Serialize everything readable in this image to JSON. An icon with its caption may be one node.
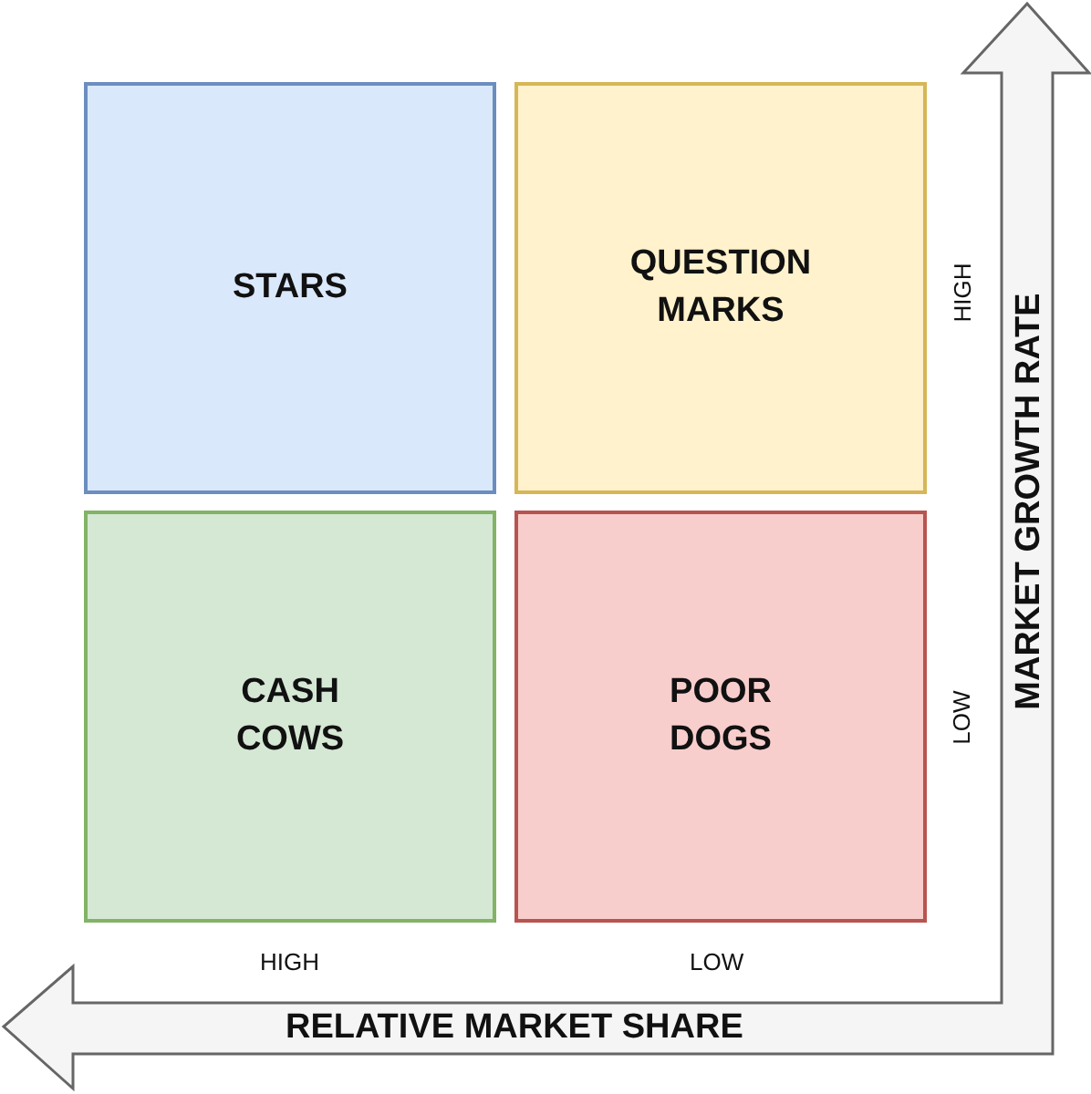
{
  "diagram": {
    "nodes": [
      {
        "text": [
          "STARS"
        ]
      },
      {
        "text": [
          "QUESTION MARKS"
        ]
      },
      {
        "text": [
          "CASH COWS"
        ]
      },
      {
        "text": [
          "POOR DOGS"
        ]
      }
    ],
    "labels": [
      "HIGH",
      "LOW",
      "MARKET GROWTH RATE",
      "HIGH",
      "LOW",
      "RELATIVE MARKET SHARE"
    ]
  }
}
